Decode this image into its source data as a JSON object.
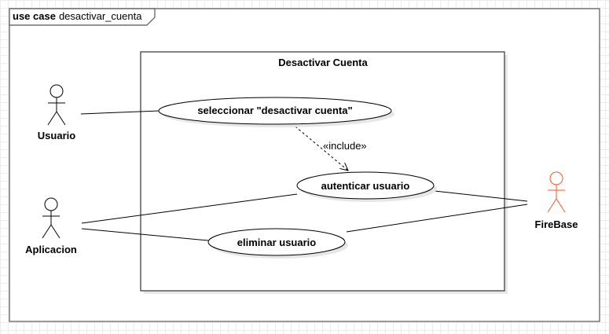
{
  "frame": {
    "keyword": "use case",
    "name": "desactivar_cuenta"
  },
  "system": {
    "title": "Desactivar Cuenta"
  },
  "actors": {
    "usuario": {
      "label": "Usuario",
      "color": "#000000"
    },
    "aplicacion": {
      "label": "Aplicacion",
      "color": "#000000"
    },
    "firebase": {
      "label": "FireBase",
      "color": "#f05a28"
    }
  },
  "use_cases": {
    "seleccionar": "seleccionar \"desactivar cuenta\"",
    "autenticar": "autenticar usuario",
    "eliminar": "eliminar usuario"
  },
  "relations": {
    "include_label": "«include»"
  }
}
